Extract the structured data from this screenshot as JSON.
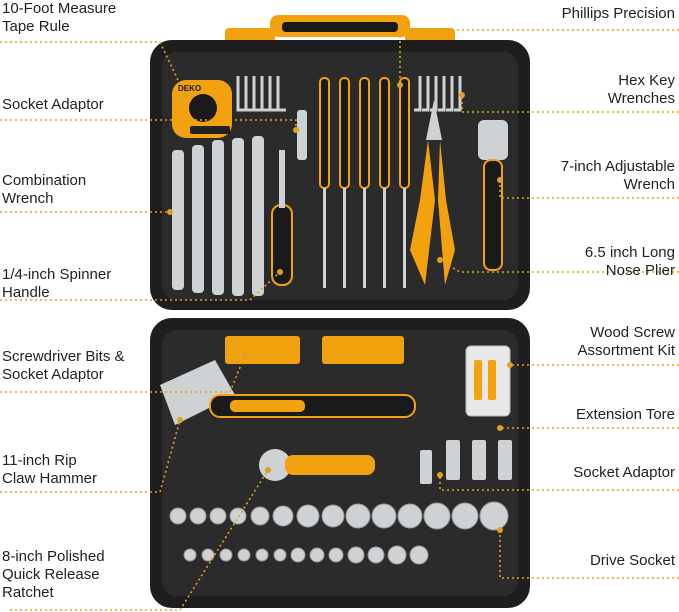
{
  "left_labels": [
    {
      "id": "tape",
      "text": "10-Foot Measure\nTape Rule"
    },
    {
      "id": "socket-adaptor-top",
      "text": "Socket Adaptor"
    },
    {
      "id": "combination",
      "text": "Combination\nWrench"
    },
    {
      "id": "spinner",
      "text": "1/4-inch Spinner\nHandle"
    },
    {
      "id": "bits",
      "text": "Screwdriver Bits &\nSocket Adaptor"
    },
    {
      "id": "hammer",
      "text": "11-inch Rip\nClaw Hammer"
    },
    {
      "id": "ratchet",
      "text": "8-inch Polished\nQuick  Release\nRatchet"
    }
  ],
  "right_labels": [
    {
      "id": "phillips",
      "text": "Phillips Precision"
    },
    {
      "id": "hexkey",
      "text": "Hex Key\nWrenches"
    },
    {
      "id": "adjustable",
      "text": "7-inch Adjustable\nWrench"
    },
    {
      "id": "plier",
      "text": "6.5 inch Long\nNose Plier"
    },
    {
      "id": "woodscrew",
      "text": "Wood Screw\nAssortment Kit"
    },
    {
      "id": "extension",
      "text": "Extension Tore"
    },
    {
      "id": "socket-adaptor-bottom",
      "text": "Socket Adaptor"
    },
    {
      "id": "drive",
      "text": "Drive Socket"
    }
  ],
  "brand_text": "DEKO",
  "colors": {
    "case": "#2b2b2b",
    "case_edge": "#1a1a1a",
    "accent": "#f2a10f",
    "chrome": "#cfd2d4",
    "leader": "#e0a020"
  }
}
